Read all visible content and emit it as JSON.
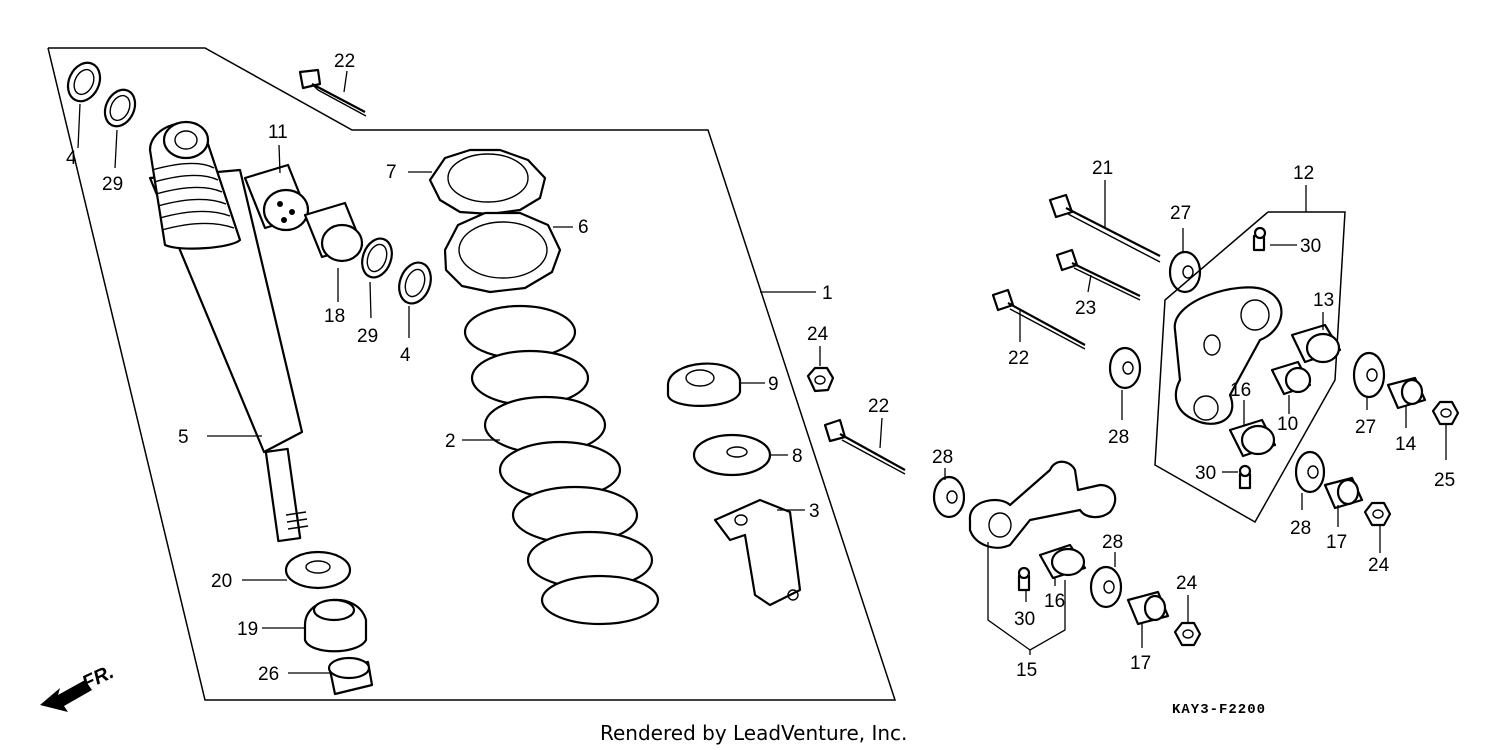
{
  "diagram": {
    "callouts": {
      "c1": "1",
      "c2": "2",
      "c3": "3",
      "c4a": "4",
      "c4b": "4",
      "c5": "5",
      "c6": "6",
      "c7": "7",
      "c8": "8",
      "c9": "9",
      "c10": "10",
      "c11": "11",
      "c12": "12",
      "c13": "13",
      "c14": "14",
      "c15": "15",
      "c16a": "16",
      "c16b": "16",
      "c17a": "17",
      "c17b": "17",
      "c18": "18",
      "c19": "19",
      "c20": "20",
      "c21": "21",
      "c22a": "22",
      "c22b": "22",
      "c22c": "22",
      "c23": "23",
      "c24a": "24",
      "c24b": "24",
      "c24c": "24",
      "c25": "25",
      "c26": "26",
      "c27a": "27",
      "c27b": "27",
      "c28a": "28",
      "c28b": "28",
      "c28c": "28",
      "c28d": "28",
      "c29a": "29",
      "c29b": "29",
      "c30a": "30",
      "c30b": "30",
      "c30c": "30"
    },
    "front_indicator": "FR.",
    "diagram_code": "KAY3-F2200",
    "credit": "Rendered by LeadVenture, Inc."
  }
}
